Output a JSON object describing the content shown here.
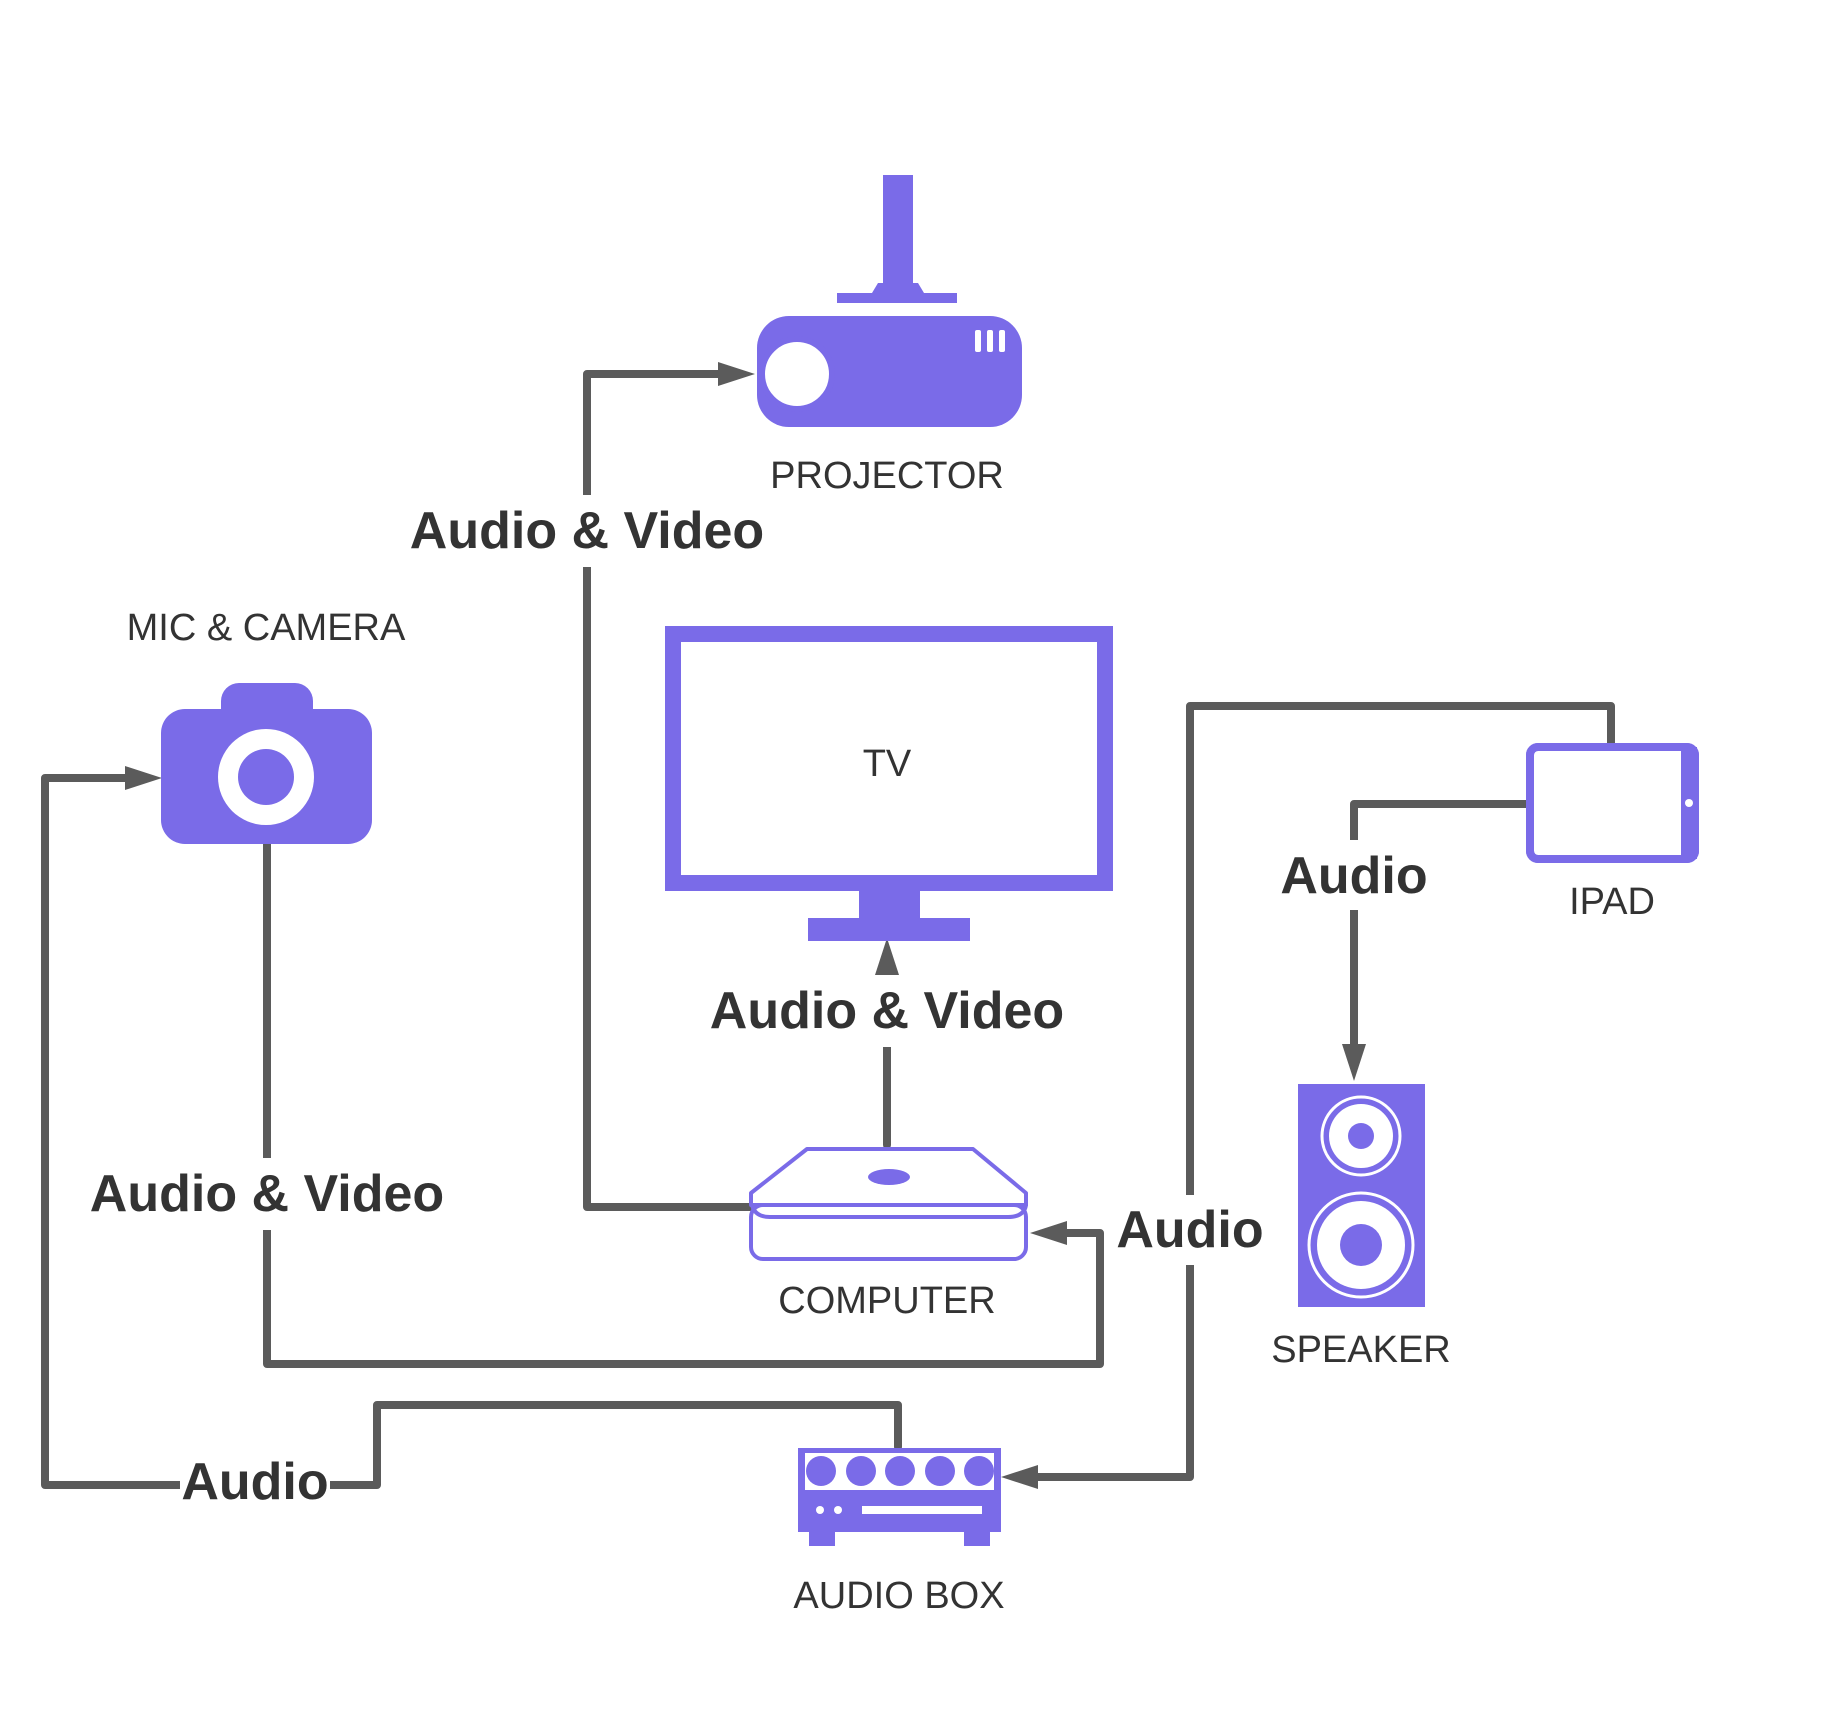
{
  "colors": {
    "device": "#7a6be8",
    "wire": "#5b5b5b",
    "text": "#333333",
    "background": "#ffffff"
  },
  "nodes": {
    "projector": {
      "label": "PROJECTOR",
      "icon": "projector-icon"
    },
    "tv": {
      "label": "TV",
      "icon": "tv-monitor-icon"
    },
    "mic_camera": {
      "label": "MIC & CAMERA",
      "icon": "camera-icon"
    },
    "computer": {
      "label": "COMPUTER",
      "icon": "computer-box-icon"
    },
    "ipad": {
      "label": "IPAD",
      "icon": "tablet-icon"
    },
    "speaker": {
      "label": "SPEAKER",
      "icon": "speaker-icon"
    },
    "audio_box": {
      "label": "AUDIO BOX",
      "icon": "audio-mixer-icon"
    }
  },
  "edges": [
    {
      "from": "computer",
      "to": "projector",
      "label": "Audio & Video"
    },
    {
      "from": "computer",
      "to": "tv",
      "label": "Audio & Video"
    },
    {
      "from": "mic_camera",
      "to": "computer",
      "label": "Audio & Video"
    },
    {
      "from": "audio_box",
      "to": "mic_camera",
      "label": "Audio"
    },
    {
      "from": "ipad",
      "to": "speaker",
      "label": "Audio"
    },
    {
      "from": "ipad",
      "to": "audio_box",
      "label": "Audio"
    }
  ]
}
